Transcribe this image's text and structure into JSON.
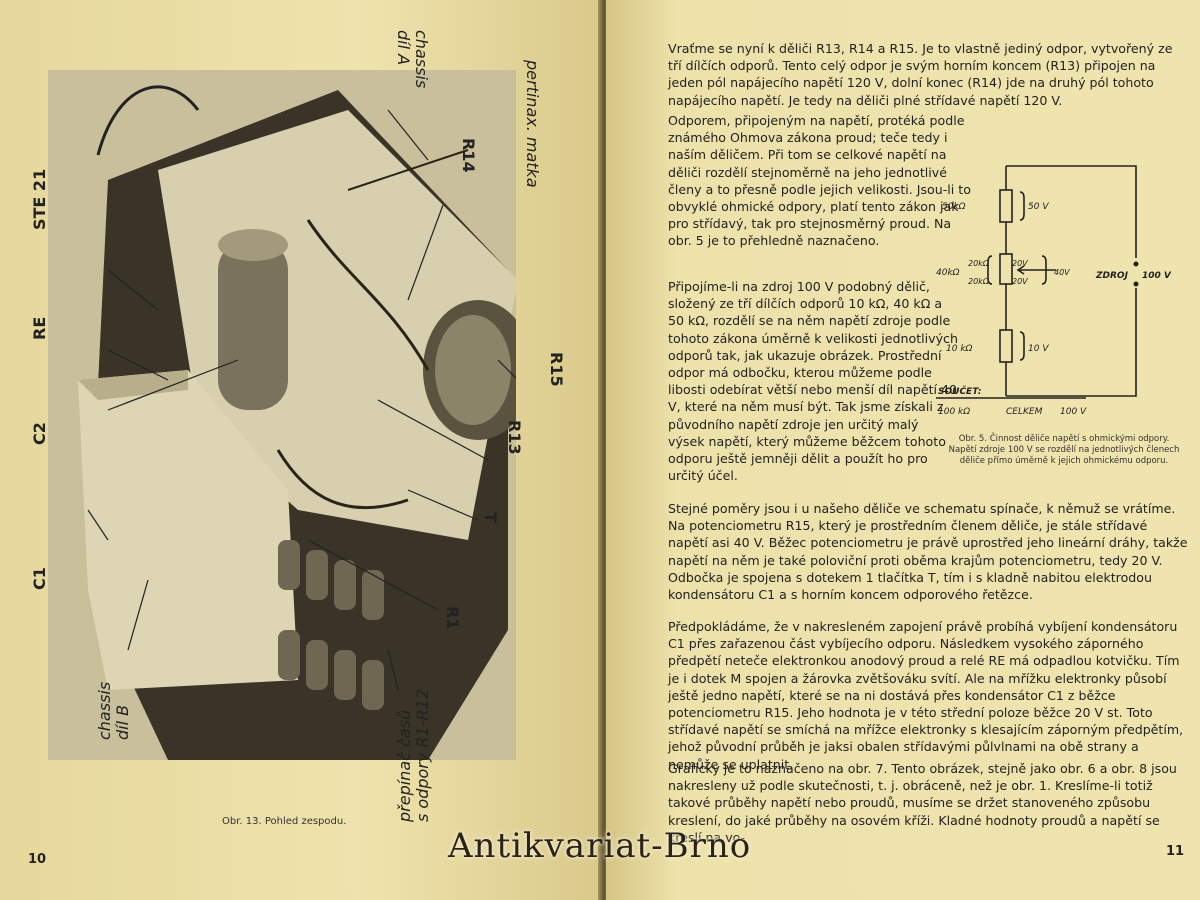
{
  "left_page": {
    "labels": {
      "chassis_a": "chassis\ndíl A",
      "pertinax": "pertinax. matka",
      "r14": "R14",
      "ste21": "STE 21",
      "re": "RE",
      "c2": "C2",
      "r15": "R15",
      "r13": "R13",
      "t": "T",
      "c1": "C1",
      "r1": "R1",
      "chassis_b": "chassis\ndíl B",
      "prepinac": "přepínač časů\ns odpory R1-R12"
    },
    "caption": "Obr. 13. Pohled zespodu.",
    "page_number": "10"
  },
  "right_page": {
    "paragraphs": [
      "Vraťme se nyní k děliči R13, R14 a R15. Je to vlastně jediný odpor, vytvořený ze tří dílčích odporů. Tento celý odpor je svým horním koncem (R13) připojen na jeden pól napájecího napětí 120 V, dolní konec (R14) jde na druhý pól tohoto napájecího napětí. Je tedy na děliči plné střídavé napětí 120 V.",
      "Odporem, připojeným na napětí, protéká podle známého Ohmova zákona proud; teče tedy i naším děličem. Při tom se celkové napětí na děliči rozdělí stejnoměrně na jeho jednotlivé členy a to přesně podle jejich velikosti. Jsou-li to obvyklé ohmické odpory, platí tento zákon jak pro střídavý, tak pro stejnosměrný proud. Na obr. 5 je to přehledně naznačeno.",
      "Připojíme-li na zdroj 100 V podobný dělič, složený ze tří dílčích odporů 10 kΩ, 40 kΩ a 50 kΩ, rozdělí se na něm napětí zdroje podle tohoto zákona úměrně k velikosti jednotlivých odporů tak, jak ukazuje obrázek. Prostřední odpor má odbočku, kterou můžeme podle libosti odebírat větší nebo menší díl napětí 40 V, které na něm musí být. Tak jsme získali z původního napětí zdroje jen určitý malý výsek napětí, který můžeme běžcem tohoto odporu ještě jemněji dělit a použít ho pro určitý účel.",
      "Stejné poměry jsou i u našeho děliče ve schematu spínače, k němuž se vrátíme. Na potenciometru R15, který je prostředním členem děliče, je stále střídavé napětí asi 40 V. Běžec potenciometru je právě uprostřed jeho lineární dráhy, takže napětí na něm je také poloviční proti oběma krajům potenciometru, tedy 20 V. Odbočka je spojena s dotekem 1 tlačítka T, tím i s kladně nabitou elektrodou kondensátoru C1 a s horním koncem odporového řetězce.",
      "Předpokládáme, že v nakresleném zapojení právě probíhá vybíjení kondensátoru C1 přes zařazenou část vybíjecího odporu. Následkem vysokého záporného předpětí neteče elektronkou anodový proud a relé RE má odpadlou kotvičku. Tím je i dotek M spojen a žárovka zvětšováku svítí. Ale na mřížku elektronky působí ještě jedno napětí, které se na ni dostává přes kondensátor C1 z běžce potenciometru R15. Jeho hodnota je v této střední poloze běžce 20 V st. Toto střídavé napětí se smíchá na mřížce elektronky s klesajícím záporným předpětím, jehož původní průběh je jaksi obalen střídavými půlvlnami na obě strany a nemůže se uplatnit.",
      "Graficky je to naznačeno na obr. 7. Tento obrázek, stejně jako obr. 6 a obr. 8 jsou nakresleny už podle skutečnosti, t. j. obráceně, než je obr. 1. Kreslíme-li totiž takové průběhy napětí nebo proudů, musíme se držet stanoveného způsobu kreslení, do jaké průběhy na osovém kříži. Kladné hodnoty proudů a napětí se kreslí na vo-"
    ],
    "circuit": {
      "r50": "50kΩ",
      "v50": "50 V",
      "r40": "40kΩ",
      "r20a": "20kΩ",
      "r20b": "20kΩ",
      "v20a": "20V",
      "v20b": "20V",
      "v40": "40V",
      "zdroj": "ZDROJ",
      "zdroj_v": "100 V",
      "r10": "10 kΩ",
      "v10": "10 V",
      "soucet": "SOUČET:",
      "total_r": "100 kΩ",
      "celkem": "CELKEM",
      "total_v": "100 V"
    },
    "fig5_caption": "Obr. 5. Činnost děliče napětí s ohmickými odpory. Napětí zdroje 100 V se rozdělí na jednotlivých členech děliče přímo úměrně k jejich ohmickému odporu.",
    "page_number": "11"
  },
  "watermark": "Antikvariat-Brno"
}
